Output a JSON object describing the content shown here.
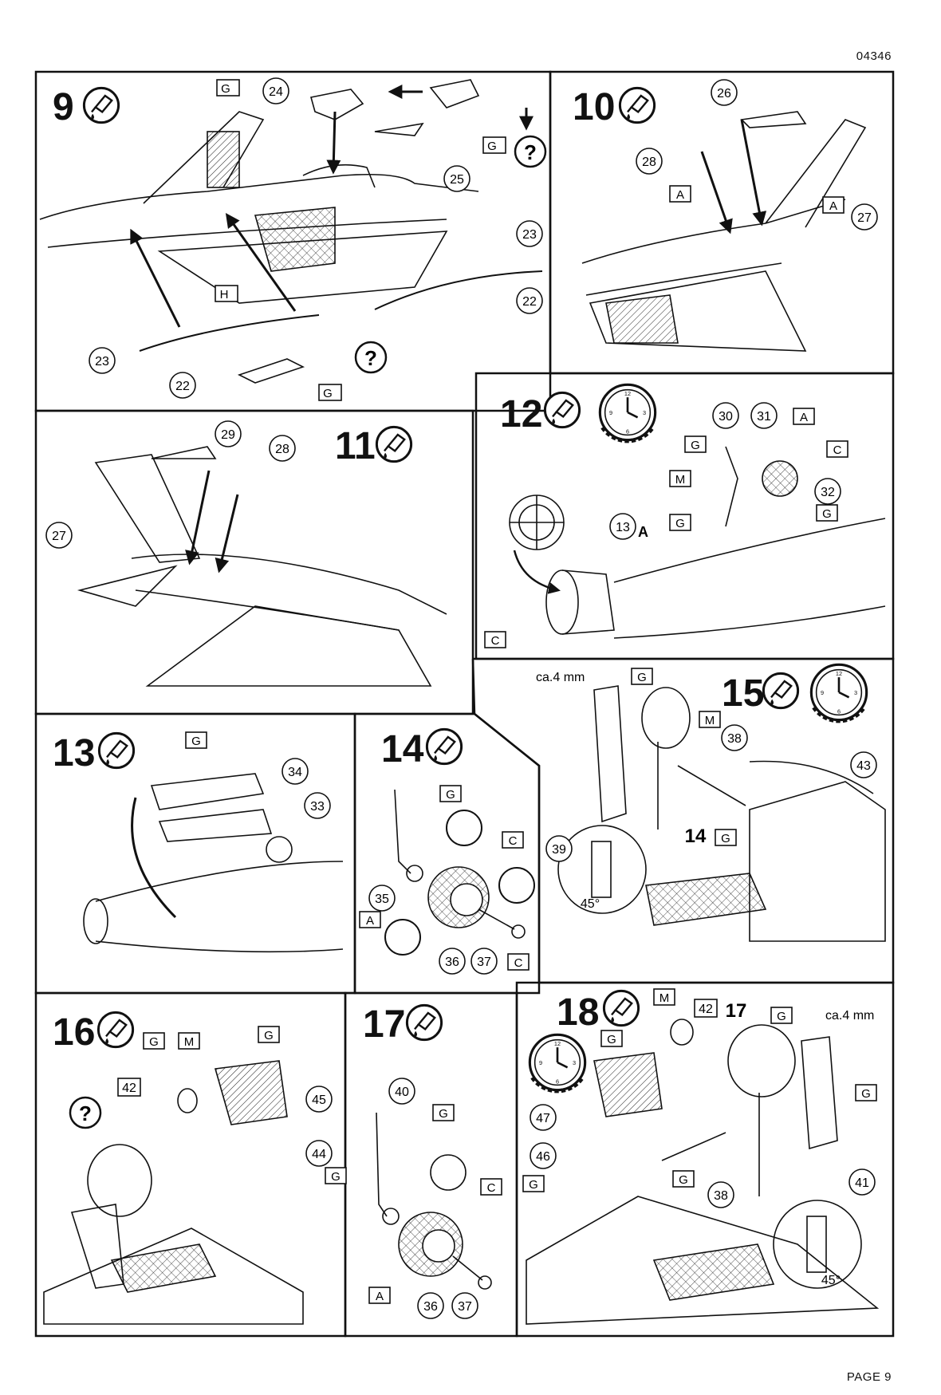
{
  "header": {
    "doc_code": "04346"
  },
  "footer": {
    "page": "PAGE 9"
  },
  "common": {
    "question": "?",
    "angle": "45°",
    "gap": "ca.4 mm"
  },
  "steps": [
    {
      "number": "9",
      "codes": [
        "G",
        "G",
        "H",
        "G"
      ],
      "parts": [
        "24",
        "25",
        "23",
        "22",
        "23",
        "22"
      ]
    },
    {
      "number": "10",
      "codes": [
        "A",
        "A"
      ],
      "parts": [
        "26",
        "28",
        "27"
      ]
    },
    {
      "number": "11",
      "codes": [],
      "parts": [
        "29",
        "28",
        "27"
      ]
    },
    {
      "number": "12",
      "codes": [
        "A",
        "C",
        "G",
        "M",
        "G",
        "G",
        "C"
      ],
      "parts": [
        "30",
        "31",
        "32",
        "13"
      ],
      "part_suffix": "A"
    },
    {
      "number": "13",
      "codes": [
        "G"
      ],
      "parts": [
        "34",
        "33"
      ]
    },
    {
      "number": "14",
      "codes": [
        "G",
        "C",
        "A",
        "C"
      ],
      "parts": [
        "35",
        "36",
        "37"
      ]
    },
    {
      "number": "15",
      "codes": [
        "G",
        "M",
        "G"
      ],
      "parts": [
        "38",
        "43",
        "14",
        "39"
      ]
    },
    {
      "number": "16",
      "codes": [
        "G",
        "M",
        "G",
        "G"
      ],
      "parts": [
        "42",
        "45",
        "44"
      ]
    },
    {
      "number": "17",
      "codes": [
        "G",
        "C",
        "A"
      ],
      "parts": [
        "40",
        "36",
        "37"
      ]
    },
    {
      "number": "18",
      "codes": [
        "M",
        "G",
        "G",
        "G",
        "G",
        "G"
      ],
      "parts": [
        "42",
        "17",
        "47",
        "46",
        "38",
        "41"
      ]
    }
  ]
}
